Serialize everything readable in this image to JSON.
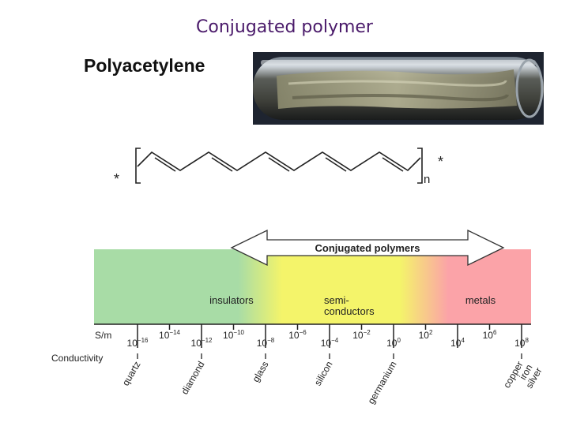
{
  "title": "Conjugated polymer",
  "polymer_name": "Polyacetylene",
  "structure": {
    "end_star_left": "*",
    "end_star_right": "*",
    "subscript": "n"
  },
  "scale": {
    "arrow_label": "Conjugated polymers",
    "regions": [
      {
        "label": "insulators"
      },
      {
        "label_line1": "semi-",
        "label_line2": "conductors"
      },
      {
        "label": "metals"
      }
    ],
    "unit": "S/m",
    "axis_label": "Conductivity",
    "ticks_upper": [
      {
        "mantissa": "10",
        "exp": "−14"
      },
      {
        "mantissa": "10",
        "exp": "−10"
      },
      {
        "mantissa": "10",
        "exp": "−6"
      },
      {
        "mantissa": "10",
        "exp": "−2"
      },
      {
        "mantissa": "10",
        "exp": "2"
      },
      {
        "mantissa": "10",
        "exp": "6"
      }
    ],
    "ticks_lower": [
      {
        "mantissa": "10",
        "exp": "−16"
      },
      {
        "mantissa": "10",
        "exp": "−12"
      },
      {
        "mantissa": "10",
        "exp": "−8"
      },
      {
        "mantissa": "10",
        "exp": "−4"
      },
      {
        "mantissa": "10",
        "exp": "0"
      },
      {
        "mantissa": "10",
        "exp": "4"
      },
      {
        "mantissa": "10",
        "exp": "8"
      }
    ],
    "materials": [
      "quartz",
      "diamond",
      "glass",
      "silicon",
      "germanium",
      "copper",
      "iron",
      "silver"
    ],
    "colors": {
      "insulator": "#a8dca6",
      "semiconductor": "#f4f46a",
      "metal": "#fba3a8"
    }
  }
}
